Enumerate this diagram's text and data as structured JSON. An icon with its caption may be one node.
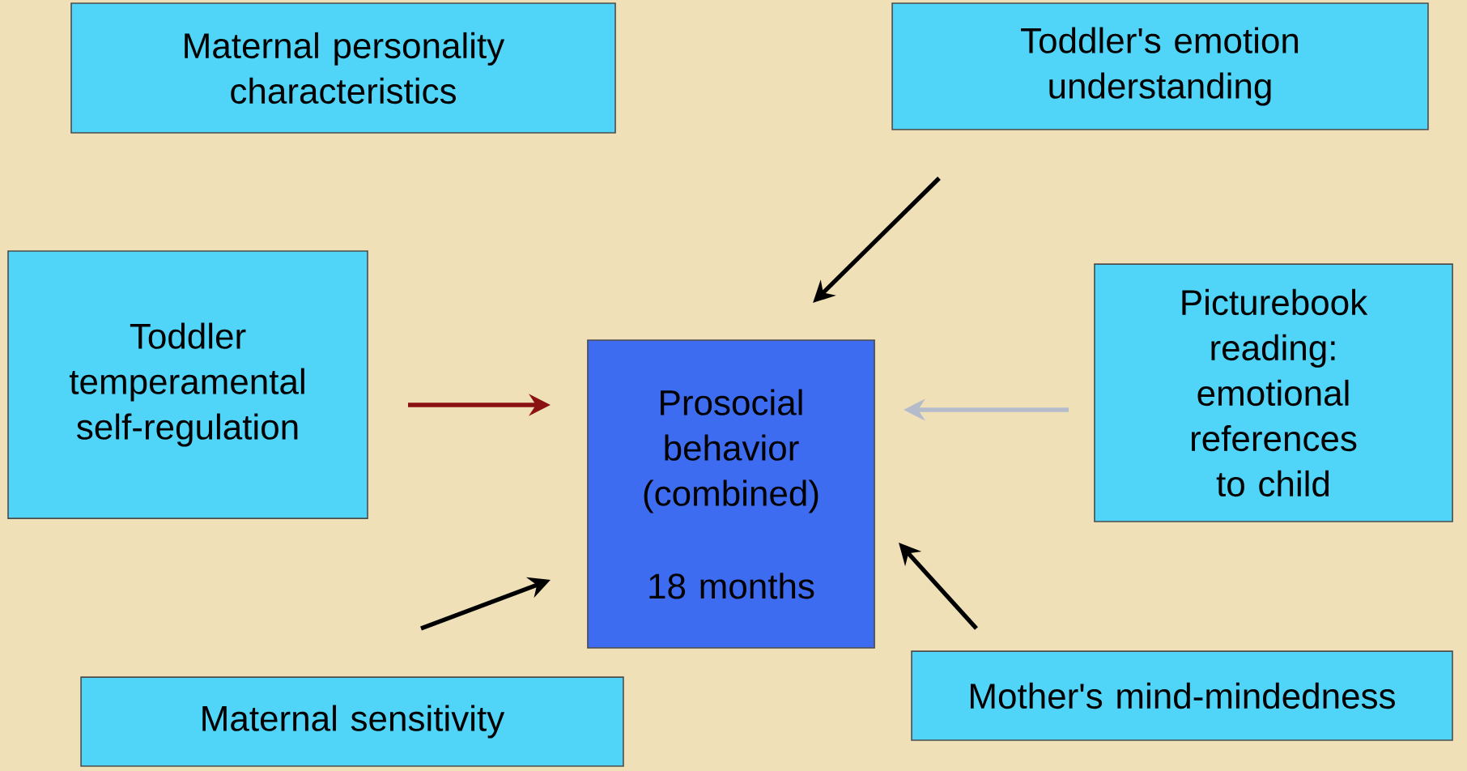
{
  "diagram": {
    "nodes": [
      {
        "text": [
          "Maternal personality characteristics"
        ]
      },
      {
        "text": [
          "Toddler's emotion understanding"
        ]
      },
      {
        "text": [
          "Toddler temperamental self-regulation"
        ]
      },
      {
        "text": [
          "Prosocial behavior (combined)",
          "18 months"
        ]
      },
      {
        "text": [
          "Picturebook reading: emotional references to child"
        ]
      },
      {
        "text": [
          "Maternal sensitivity"
        ]
      },
      {
        "text": [
          "Mother's mind-mindedness"
        ]
      }
    ],
    "edges": [
      {
        "from": 1,
        "to": 3,
        "arrow": "to"
      },
      {
        "from": 2,
        "to": 3,
        "arrow": "to",
        "color": "#8b1212"
      },
      {
        "from": 4,
        "to": 3,
        "arrow": "to",
        "color": "#b4bccb"
      },
      {
        "from": 5,
        "to": 3,
        "arrow": "to"
      },
      {
        "from": 6,
        "to": 3,
        "arrow": "to"
      }
    ]
  }
}
